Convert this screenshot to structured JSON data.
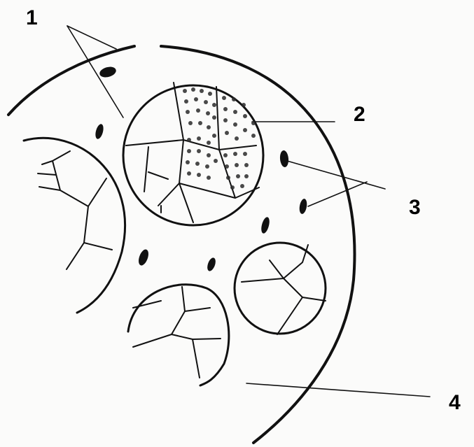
{
  "labels": {
    "l1": "1",
    "l2": "2",
    "l3": "3",
    "l4": "4"
  },
  "colors": {
    "ink": "#111111",
    "background": "#fbfbfa"
  }
}
